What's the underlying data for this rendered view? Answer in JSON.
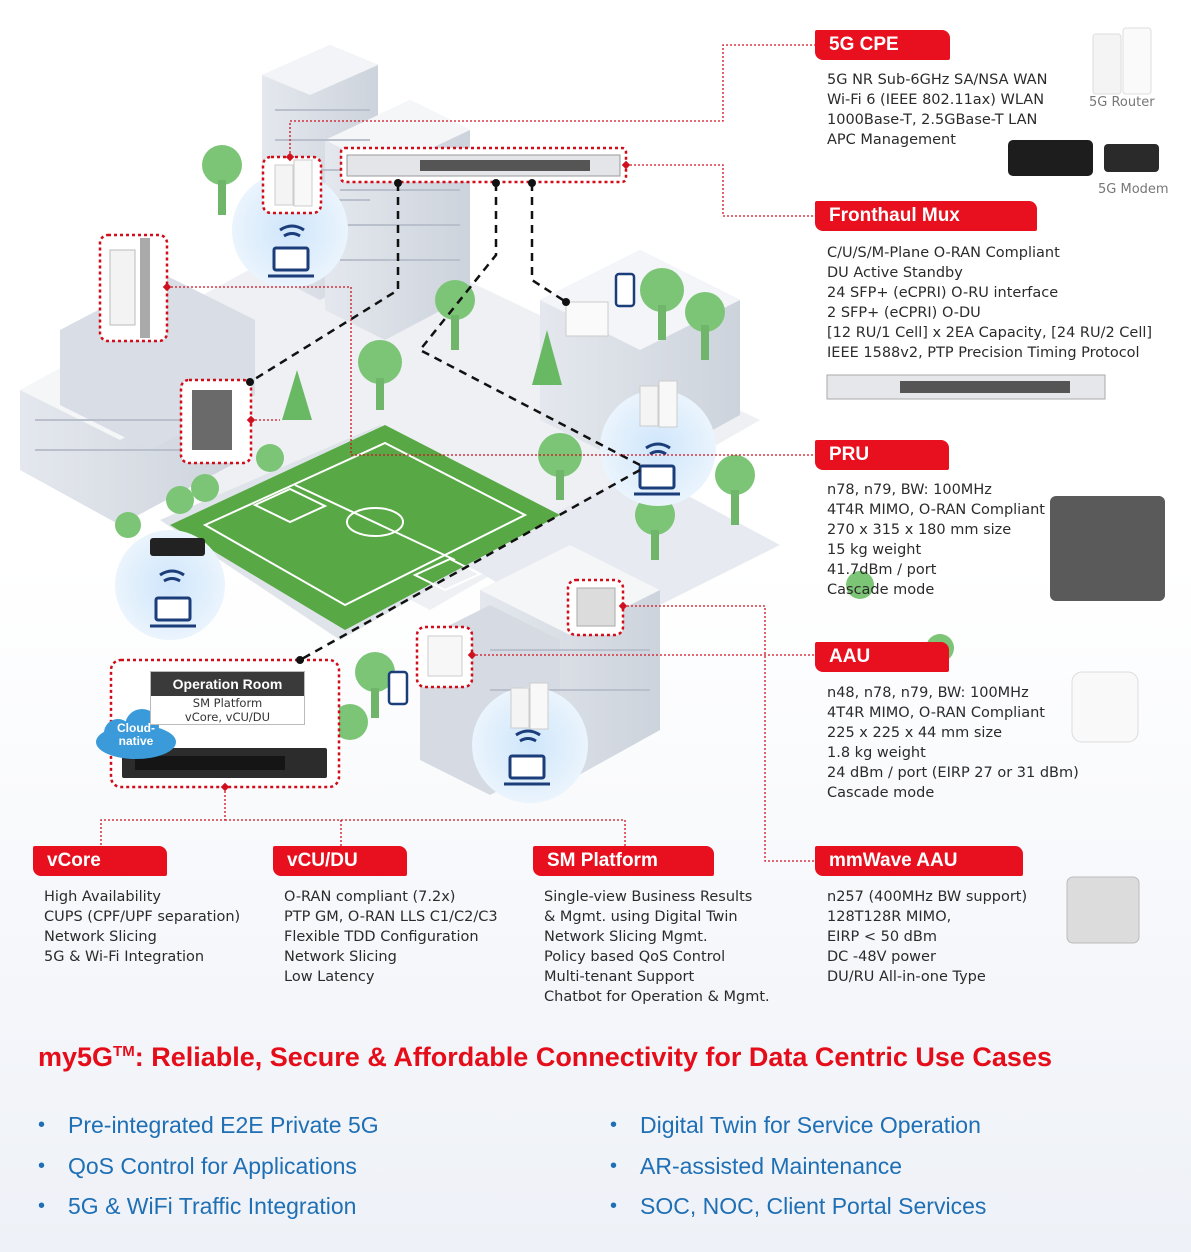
{
  "headline": {
    "prefix": "my5G",
    "superscript": "TM",
    "suffix": ": Reliable, Secure & Affordable Connectivity for Data Centric Use Cases"
  },
  "colors": {
    "accent": "#e8101e",
    "bullet_text": "#1f6fb5",
    "dotted_line": "#d0101e"
  },
  "operation_room": {
    "title": "Operation Room",
    "lines": [
      "SM Platform",
      "vCore, vCU/DU"
    ],
    "cloud_label": [
      "Cloud-",
      "native"
    ]
  },
  "callouts": {
    "cpe": {
      "title": "5G CPE",
      "lines": [
        "5G NR Sub-6GHz SA/NSA WAN",
        "Wi-Fi 6 (IEEE 802.11ax) WLAN",
        "1000Base-T, 2.5GBase-T LAN",
        "APC Management"
      ],
      "captions": [
        "5G Router",
        "5G Modem"
      ]
    },
    "fronthaul": {
      "title": "Fronthaul Mux",
      "lines": [
        "C/U/S/M-Plane O-RAN Compliant",
        "DU Active Standby",
        "24 SFP+ (eCPRI) O-RU interface",
        "2 SFP+ (eCPRI) O-DU",
        "[12 RU/1 Cell] x 2EA Capacity, [24 RU/2 Cell]",
        "IEEE 1588v2, PTP Precision Timing Protocol"
      ]
    },
    "pru": {
      "title": "PRU",
      "lines": [
        "n78, n79, BW: 100MHz",
        "4T4R MIMO, O-RAN Compliant",
        "270 x 315 x 180 mm size",
        "15 kg weight",
        "41.7dBm / port",
        "Cascade mode"
      ]
    },
    "aau": {
      "title": "AAU",
      "lines": [
        "n48, n78, n79, BW: 100MHz",
        "4T4R MIMO, O-RAN Compliant",
        "225 x 225 x 44 mm size",
        "1.8 kg weight",
        "24 dBm / port (EIRP 27 or 31 dBm)",
        "Cascade mode"
      ]
    },
    "mmwave": {
      "title": "mmWave AAU",
      "lines": [
        "n257 (400MHz BW support)",
        "128T128R MIMO,",
        "EIRP < 50 dBm",
        "DC -48V power",
        "DU/RU All-in-one Type"
      ]
    },
    "vcore": {
      "title": "vCore",
      "lines": [
        "High Availability",
        "CUPS (CPF/UPF separation)",
        "Network Slicing",
        "5G & Wi-Fi Integration"
      ]
    },
    "vcudu": {
      "title": "vCU/DU",
      "lines": [
        "O-RAN compliant (7.2x)",
        "PTP GM, O-RAN LLS C1/C2/C3",
        "Flexible TDD Configuration",
        "Network Slicing",
        "Low Latency"
      ]
    },
    "sm": {
      "title": "SM Platform",
      "lines": [
        "Single-view Business Results",
        "& Mgmt. using Digital Twin",
        "Network Slicing Mgmt.",
        "Policy based QoS Control",
        "Multi-tenant Support",
        "Chatbot for Operation & Mgmt."
      ]
    }
  },
  "features_left": [
    "Pre-integrated E2E Private 5G",
    "QoS Control for Applications",
    "5G & WiFi Traffic Integration"
  ],
  "features_right": [
    "Digital Twin for Service Operation",
    "AR-assisted Maintenance",
    "SOC, NOC, Client Portal Services"
  ]
}
